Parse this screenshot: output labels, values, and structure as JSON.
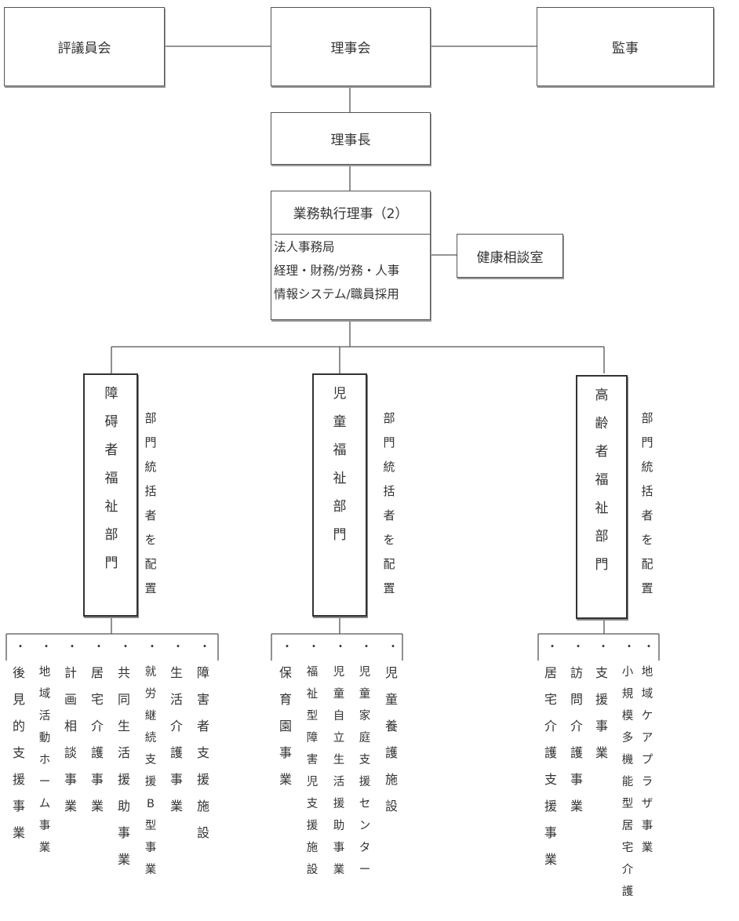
{
  "top": {
    "council": "評議員会",
    "board": "理事会",
    "auditor": "監事"
  },
  "chair": "理事長",
  "executive": {
    "title": "業務執行理事（2）",
    "lines": [
      "法人事務局",
      "経理・財務/労務・人事",
      "情報システム/職員採用"
    ]
  },
  "health": "健康相談室",
  "departments": [
    {
      "name": "障碍者福祉部門",
      "note": "部門統括者を配置",
      "services": [
        "後見的支援事業",
        "地域活動ホーム事業",
        "計画相談事業",
        "居宅介護事業",
        "共同生活援助事業",
        "就労継続支援B型事業",
        "生活介護事業",
        "障害者支援施設"
      ]
    },
    {
      "name": "児童福祉部門",
      "note": "部門統括者を配置",
      "services": [
        "保育園事業",
        "福祉型障害児支援施設",
        "児童自立生活援助事業",
        "児童家庭支援センター",
        "児童養護施設"
      ]
    },
    {
      "name": "高齢者福祉部門",
      "note": "部門統括者を配置",
      "services": [
        "居宅介護支援事業",
        "訪問介護事業",
        "支援事業",
        "小規模多機能型居宅介護",
        "地域ケアプラザ事業"
      ]
    }
  ],
  "bullet": "・"
}
